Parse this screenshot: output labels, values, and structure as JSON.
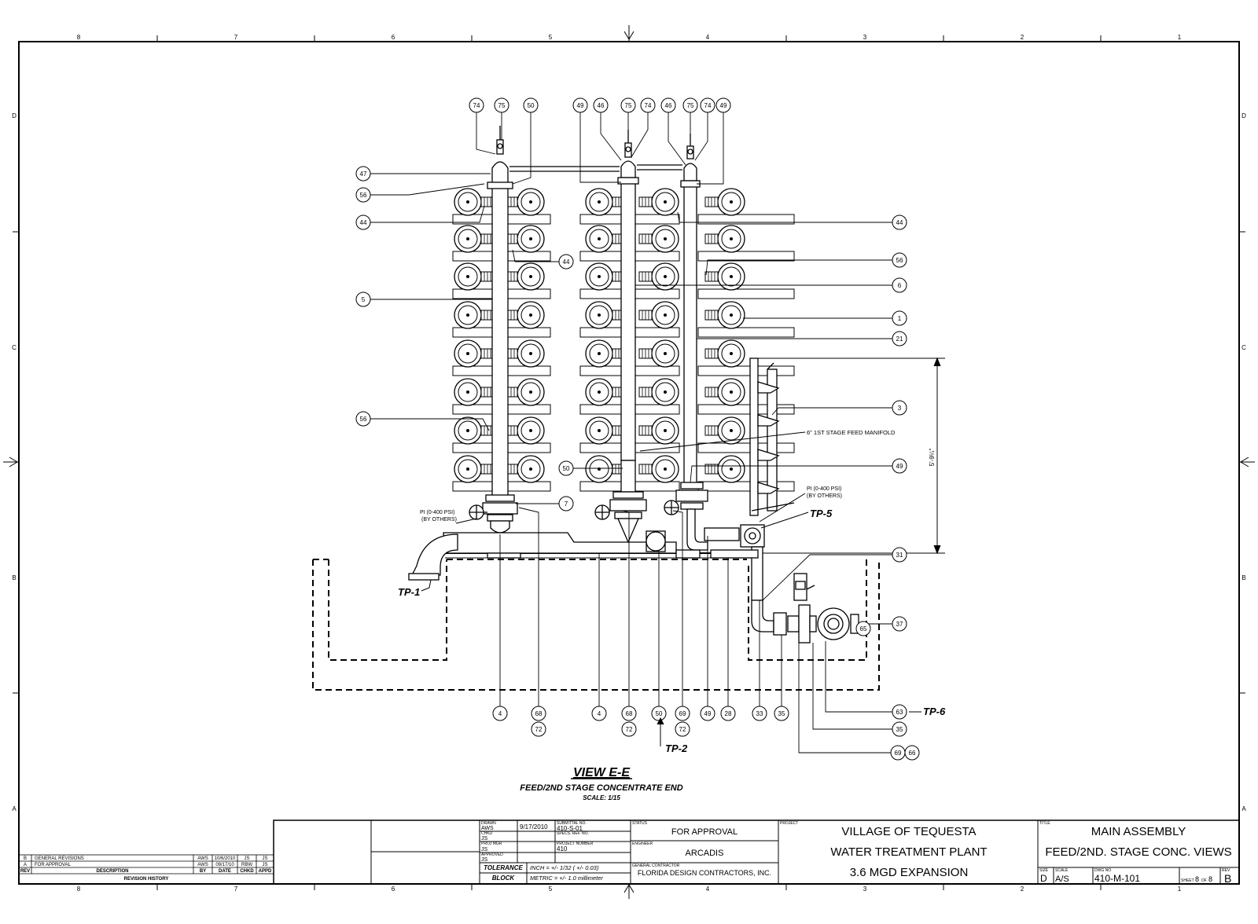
{
  "view": {
    "title": "VIEW E-E",
    "subtitle": "FEED/2ND STAGE CONCENTRATE END",
    "scale": "SCALE: 1/15"
  },
  "border": {
    "columns": [
      "8",
      "7",
      "6",
      "5",
      "4",
      "3",
      "2",
      "1"
    ],
    "rows": [
      "D",
      "C",
      "B",
      "A"
    ]
  },
  "callouts": {
    "top": [
      "74",
      "75",
      "50",
      "49",
      "46",
      "75",
      "74",
      "46",
      "75",
      "74",
      "49"
    ],
    "left": [
      "47",
      "56",
      "44",
      "5",
      "56",
      "44",
      "50",
      "7"
    ],
    "right": [
      "44",
      "56",
      "6",
      "1",
      "21",
      "3",
      "49",
      "31",
      "37"
    ],
    "bottom": [
      "4",
      "68",
      "72",
      "4",
      "68",
      "72",
      "50",
      "69",
      "72",
      "49",
      "28",
      "33",
      "35",
      "63",
      "35",
      "69",
      "66"
    ],
    "inline": [
      "65"
    ]
  },
  "labels": {
    "manifold": "6\" 1ST STAGE FEED MANIFOLD",
    "pi_left_1": "PI (0-400 PSI)",
    "pi_left_2": "(BY OTHERS)",
    "pi_right_1": "PI (0-400 PSI)",
    "pi_right_2": "(BY OTHERS)",
    "dimension": "5'-9¼\"",
    "tp1": "TP-1",
    "tp2": "TP-2",
    "tp5": "TP-5",
    "tp6": "TP-6"
  },
  "revision_history": {
    "rows": [
      {
        "rev": "B",
        "desc": "GENERAL REVISIONS",
        "by": "AWS",
        "date": "10/6/2010",
        "chkd": "JS",
        "appd": "JS"
      },
      {
        "rev": "A",
        "desc": "FOR APPROVAL",
        "by": "AWS",
        "date": "09/17/10",
        "chkd": "RBW",
        "appd": "JS"
      }
    ],
    "header": {
      "rev": "REV",
      "desc": "DESCRIPTION",
      "by": "BY",
      "date": "DATE",
      "chkd": "CHKD",
      "appd": "APPD"
    },
    "title": "REVISION HISTORY"
  },
  "title_block": {
    "drawn_label": "DRAWN",
    "drawn_by": "AWS",
    "drawn_date": "9/17/2010",
    "submittal_label": "SUBMITTAL NO.",
    "submittal_no": "410-S-01",
    "chkd_label": "CHKD",
    "chkd_by": "JS",
    "spec_label": "SPECS. REF. NO.",
    "proj_mgr_label": "PROJ MGR",
    "proj_mgr": "JS",
    "project_number_label": "PROJECT NUMBER",
    "project_number": "410",
    "approved_label": "APPROVED",
    "approved_by": "JS",
    "tolerance_line1": "TOLERANCE",
    "tolerance_line2": "BLOCK",
    "inch_tol": "INCH = +/- 1/32 ( +/- 0.03)",
    "metric_tol": "METRIC = +/- 1.0 millimeter",
    "status_label": "STATUS",
    "status": "FOR APPROVAL",
    "engineer_label": "ENGINEER",
    "engineer": "ARCADIS",
    "gc_label": "GENERAL CONTRACTOR",
    "gc": "FLORIDA DESIGN CONTRACTORS, INC.",
    "project_label": "PROJECT",
    "project_line1": "VILLAGE OF TEQUESTA",
    "project_line2": "WATER TREATMENT PLANT",
    "project_line3": "3.6 MGD EXPANSION",
    "title_label": "TITLE",
    "title_line1": "MAIN ASSEMBLY",
    "title_line2": "FEED/2ND. STAGE CONC. VIEWS",
    "size_label": "SIZE",
    "size": "D",
    "scale_label": "SCALE",
    "scale": "A/S",
    "dwg_label": "DWG NO",
    "dwg_no": "410-M-101",
    "sheet_prefix": "SHEET",
    "sheet_no": "8",
    "sheet_of": "OF",
    "sheet_total": "8",
    "rev_label": "REV",
    "rev": "B"
  }
}
